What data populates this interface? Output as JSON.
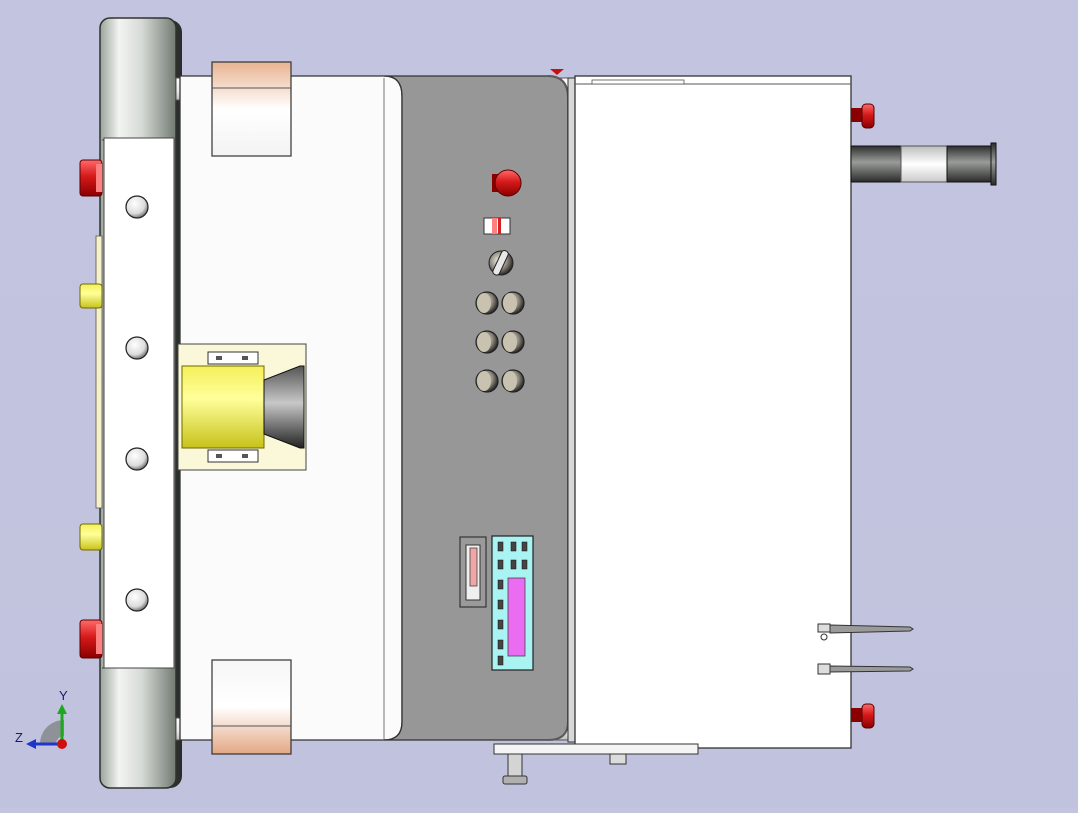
{
  "viewport": {
    "title": "",
    "background_color": "#c2c4df"
  },
  "triad": {
    "y_label": "Y",
    "z_label": "Z",
    "colors": {
      "y_axis": "#1fa81f",
      "z_axis": "#2036c8",
      "x_axis": "#d01010"
    }
  },
  "colors": {
    "cap_red": "#d82020",
    "sleeve_yellow": "#f2ee2a",
    "panel_gray": "#969696",
    "body_white": "#fbfbfb",
    "hmi_cyan": "#a9f3f3",
    "hmi_magenta": "#ea6cf0"
  },
  "components": [
    "end-plate",
    "upper-guide-rail",
    "lower-guide-rail",
    "upper-bearing-block",
    "lower-bearing-block",
    "main-body",
    "control-panel",
    "emergency-stop-button",
    "selector-switch",
    "indicator-lamp",
    "push-button-grid",
    "card-slot",
    "hmi-display",
    "cylinder-assembly",
    "side-housing",
    "output-shaft",
    "probe-rods",
    "base-bracket"
  ]
}
